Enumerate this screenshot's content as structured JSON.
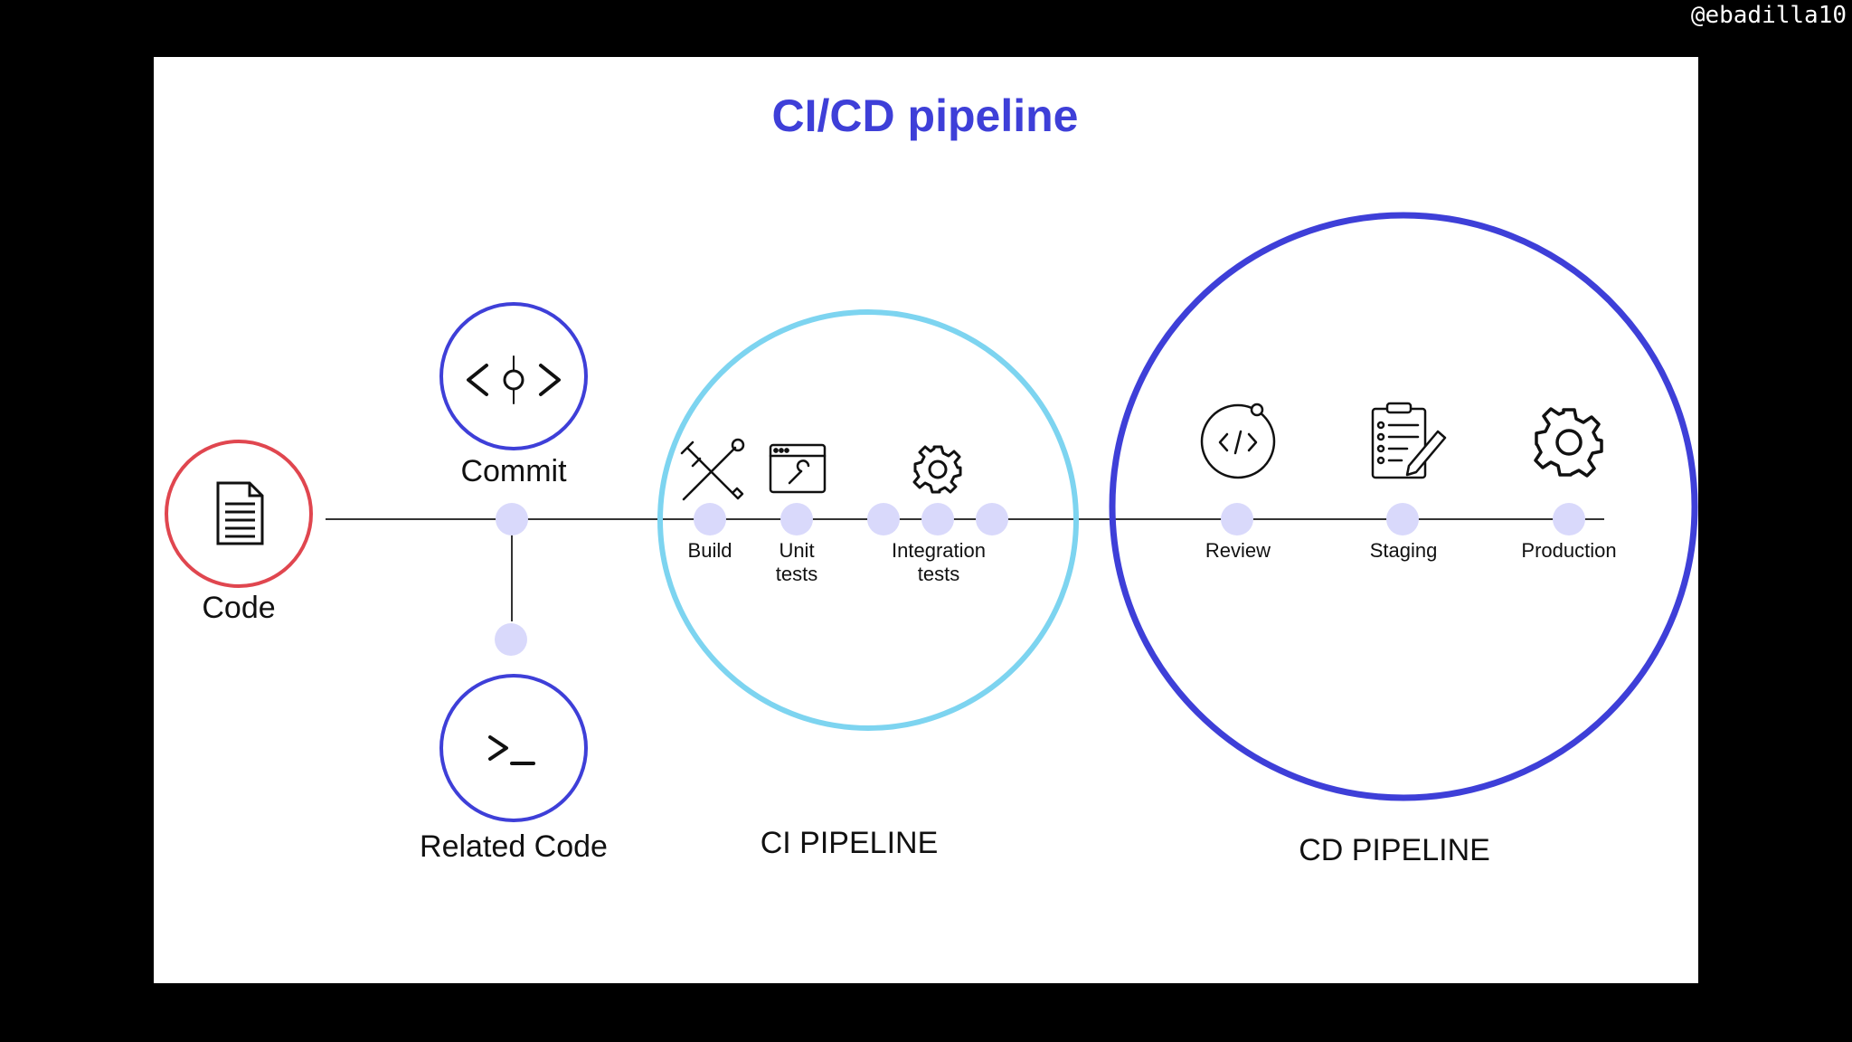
{
  "watermark": "@ebadilla10",
  "title": "CI/CD pipeline",
  "nodes": {
    "code": "Code",
    "commit": "Commit",
    "related_code": "Related Code"
  },
  "ci": {
    "label": "CI PIPELINE",
    "steps": [
      {
        "line1": "Build",
        "line2": ""
      },
      {
        "line1": "Unit",
        "line2": "tests"
      },
      {
        "line1": "Integration",
        "line2": "tests"
      }
    ]
  },
  "cd": {
    "label": "CD PIPELINE",
    "steps": [
      "Review",
      "Staging",
      "Production"
    ]
  },
  "colors": {
    "title": "#3e3fd8",
    "code_ring": "#e0464f",
    "commit_ring": "#3e3fd8",
    "ci_ring": "#7dd4f0",
    "cd_ring": "#3e3fd8",
    "dot": "#d9d9fb",
    "line": "#333333"
  },
  "icons": [
    "document-icon",
    "commit-icon",
    "terminal-icon",
    "tools-icon",
    "browser-wrench-icon",
    "gear-icon",
    "code-circle-icon",
    "checklist-icon",
    "gear-icon"
  ]
}
